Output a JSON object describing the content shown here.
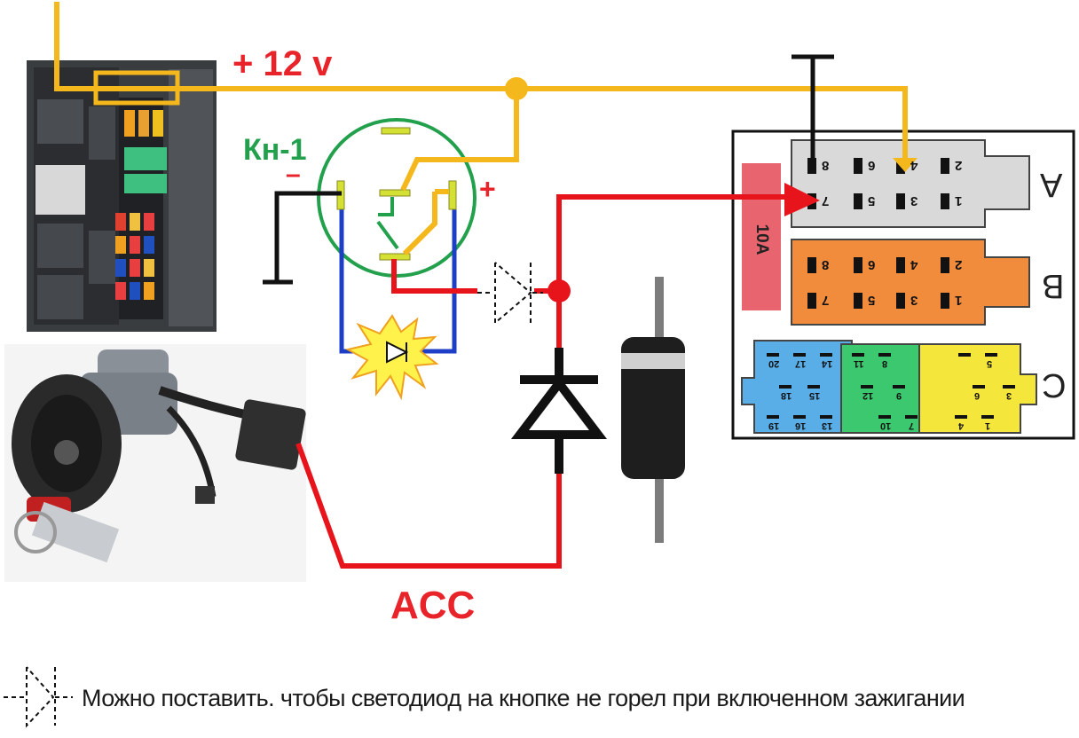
{
  "labels": {
    "voltage": "+ 12 v",
    "button": "Кн-1",
    "minus": "–",
    "plus": "+",
    "acc": "ACC"
  },
  "connector": {
    "fuse": "10A",
    "rows": [
      "A",
      "B",
      "C"
    ],
    "row_a_pins": [
      "8",
      "6",
      "4",
      "2",
      "7",
      "5",
      "3",
      "1"
    ],
    "row_b_pins": [
      "8",
      "6",
      "4",
      "2",
      "7",
      "5",
      "3",
      "1"
    ],
    "row_c_pins": [
      "20",
      "17",
      "14",
      "11",
      "8",
      "5",
      "18",
      "15",
      "12",
      "9",
      "6",
      "3",
      "19",
      "16",
      "13",
      "10",
      "7",
      "4",
      "1"
    ]
  },
  "note": "Можно поставить. чтобы светодиод на кнопке не горел при включенном зажигании",
  "colors": {
    "plus12_wire": "#f5b81c",
    "acc_wire": "#e8141c",
    "ground_wire": "#111111",
    "led_wire": "#1d3fc8",
    "button_ring": "#22a04c",
    "row_a": "#d9d9d9",
    "row_b": "#f08c3c",
    "row_c_blue": "#5aaee8",
    "row_c_green": "#3cc86e",
    "row_c_yellow": "#f5e63c",
    "fuse": "#e8646e"
  }
}
